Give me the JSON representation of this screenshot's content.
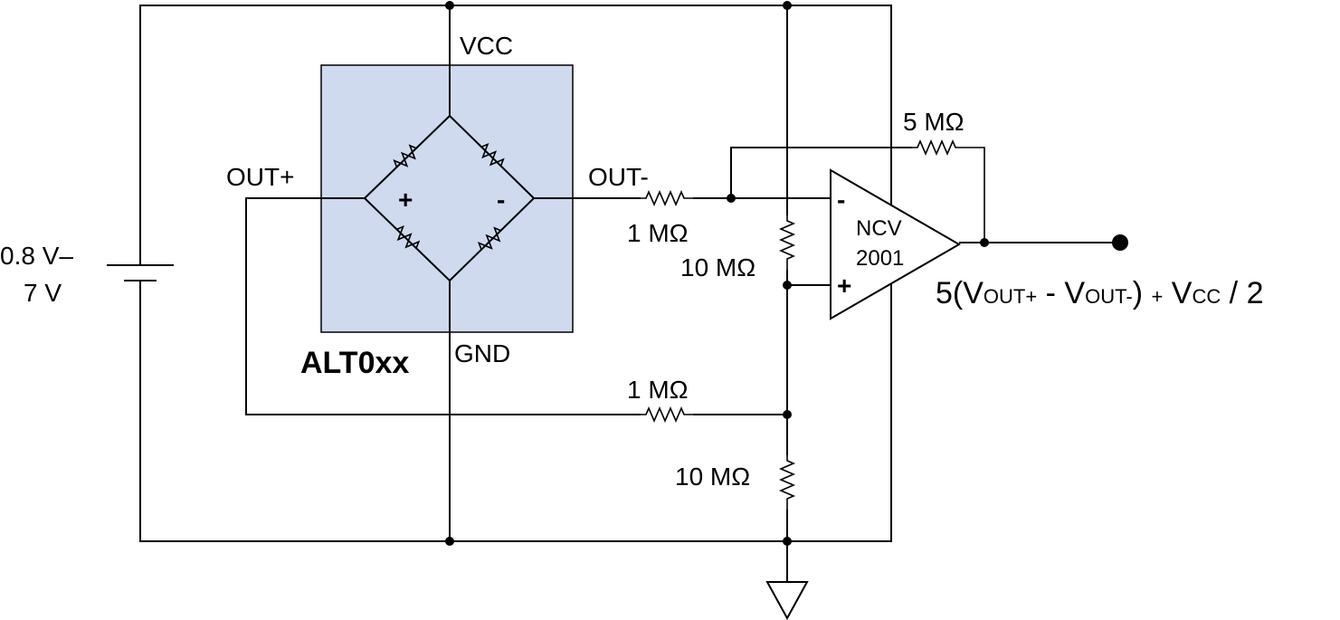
{
  "sensor": {
    "name": "ALT0xx",
    "vcc_label": "VCC",
    "gnd_label": "GND",
    "out_plus_label": "OUT+",
    "out_minus_label": "OUT-",
    "bridge_plus": "+",
    "bridge_minus": "-",
    "fill_color": "#cfdaee"
  },
  "supply": {
    "line1": "0.8 V–",
    "line2": "7 V"
  },
  "resistors": {
    "feedback": "5 MΩ",
    "input_minus": "1 MΩ",
    "bias_top": "10 MΩ",
    "input_plus": "1 MΩ",
    "bias_bottom": "10 MΩ"
  },
  "amplifier": {
    "name_line1": "NCV",
    "name_line2": "2001",
    "inverting_sign": "-",
    "noninverting_sign": "+"
  },
  "output_formula": {
    "prefix": "5(V",
    "sub1": "OUT+",
    "mid": " - V",
    "sub2": "OUT-",
    "close": ") ",
    "plus": "+",
    "v2": " V",
    "sub3": "CC",
    "tail": " / 2"
  }
}
